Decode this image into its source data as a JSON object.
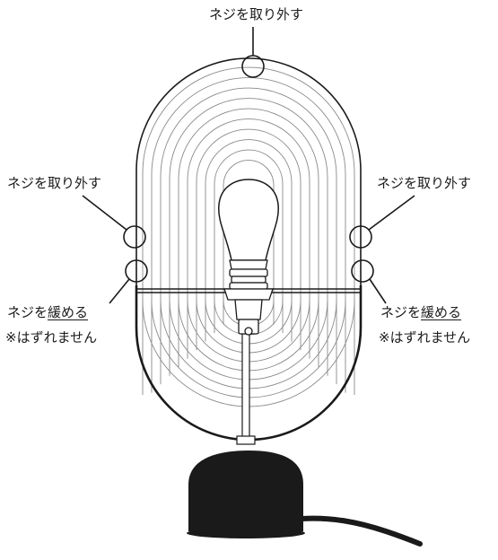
{
  "labels": {
    "top": "ネジを取り外す",
    "left_upper": "ネジを取り外す",
    "right_upper": "ネジを取り外す",
    "left_lower_prefix": "ネジを",
    "left_lower_emph": "緩める",
    "left_lower_note": "※はずれません",
    "right_lower_prefix": "ネジを",
    "right_lower_emph": "緩める",
    "right_lower_note": "※はずれません"
  },
  "colors": {
    "line": "#1a1a1a",
    "shade_line": "#8a8a8a",
    "base": "#1a1a1a",
    "background": "#ffffff"
  }
}
